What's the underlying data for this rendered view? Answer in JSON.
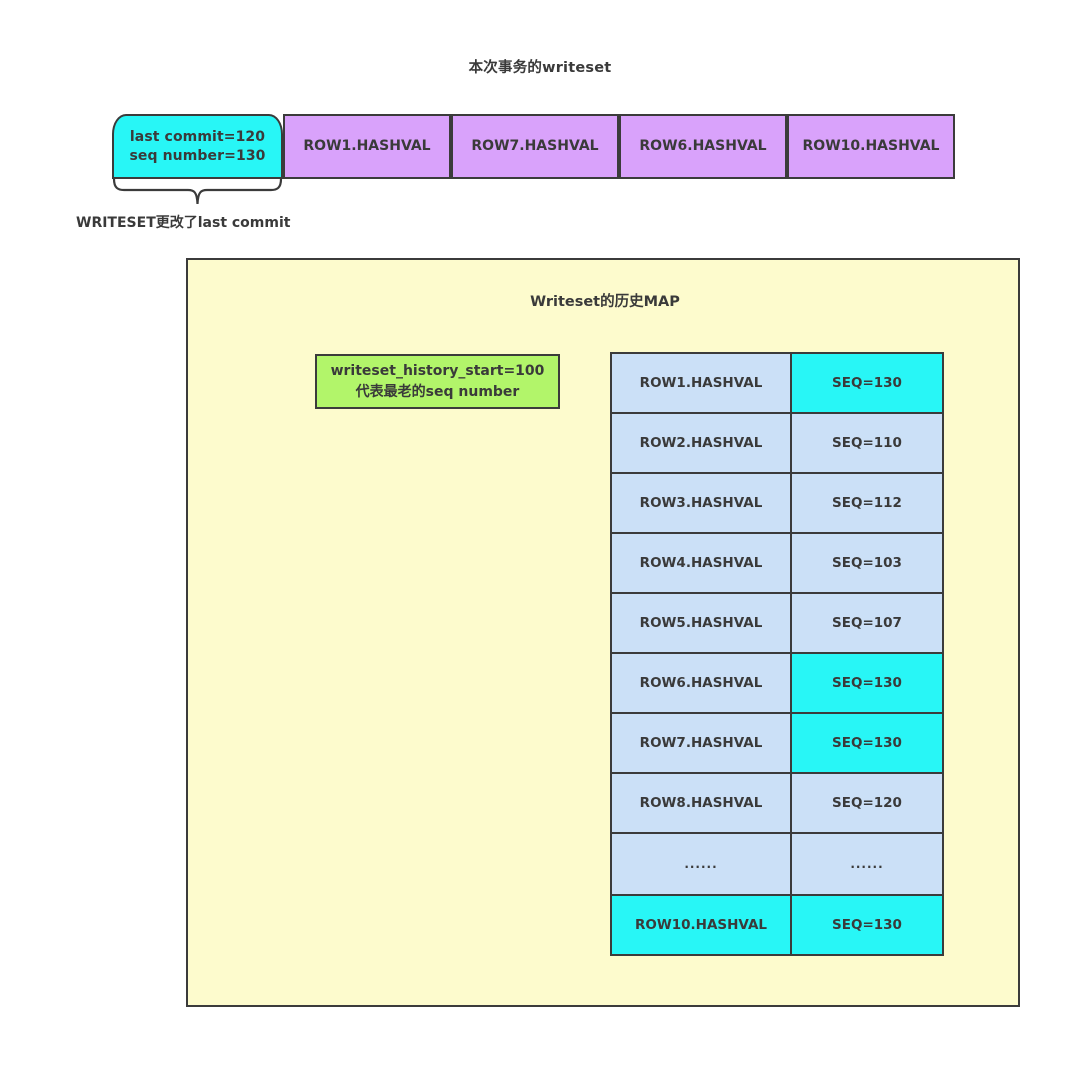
{
  "diagram": {
    "title": "本次事务的writeset"
  },
  "writeset_strip": {
    "header": {
      "last_commit_label": "last commit=120",
      "seq_number_label": "seq number=130",
      "text": "last commit=120\nseq number=130",
      "color": "#28f6f6"
    },
    "cells": [
      {
        "label": "ROW1.HASHVAL",
        "color": "#d9a2fb"
      },
      {
        "label": "ROW7.HASHVAL",
        "color": "#d9a2fb"
      },
      {
        "label": "ROW6.HASHVAL",
        "color": "#d9a2fb"
      },
      {
        "label": "ROW10.HASHVAL",
        "color": "#d9a2fb"
      }
    ],
    "brace_caption": "WRITESET更改了last commit"
  },
  "history_map": {
    "title": "Writeset的历史MAP",
    "panel_color": "#fdfbcd",
    "note": {
      "line1": "writeset_history_start=100",
      "line2": "代表最老的seq number",
      "color": "#b2f56a"
    },
    "highlight_color": "#28f6f6",
    "base_color": "#cbe0f7",
    "rows": [
      {
        "hash": "ROW1.HASHVAL",
        "seq": "SEQ=130",
        "hash_highlighted": false,
        "seq_highlighted": true
      },
      {
        "hash": "ROW2.HASHVAL",
        "seq": "SEQ=110",
        "hash_highlighted": false,
        "seq_highlighted": false
      },
      {
        "hash": "ROW3.HASHVAL",
        "seq": "SEQ=112",
        "hash_highlighted": false,
        "seq_highlighted": false
      },
      {
        "hash": "ROW4.HASHVAL",
        "seq": "SEQ=103",
        "hash_highlighted": false,
        "seq_highlighted": false
      },
      {
        "hash": "ROW5.HASHVAL",
        "seq": "SEQ=107",
        "hash_highlighted": false,
        "seq_highlighted": false
      },
      {
        "hash": "ROW6.HASHVAL",
        "seq": "SEQ=130",
        "hash_highlighted": false,
        "seq_highlighted": true
      },
      {
        "hash": "ROW7.HASHVAL",
        "seq": "SEQ=130",
        "hash_highlighted": false,
        "seq_highlighted": true
      },
      {
        "hash": "ROW8.HASHVAL",
        "seq": "SEQ=120",
        "hash_highlighted": false,
        "seq_highlighted": false
      },
      {
        "hash": "......",
        "seq": "......",
        "hash_highlighted": false,
        "seq_highlighted": false
      },
      {
        "hash": "ROW10.HASHVAL",
        "seq": "SEQ=130",
        "hash_highlighted": true,
        "seq_highlighted": true
      }
    ]
  }
}
